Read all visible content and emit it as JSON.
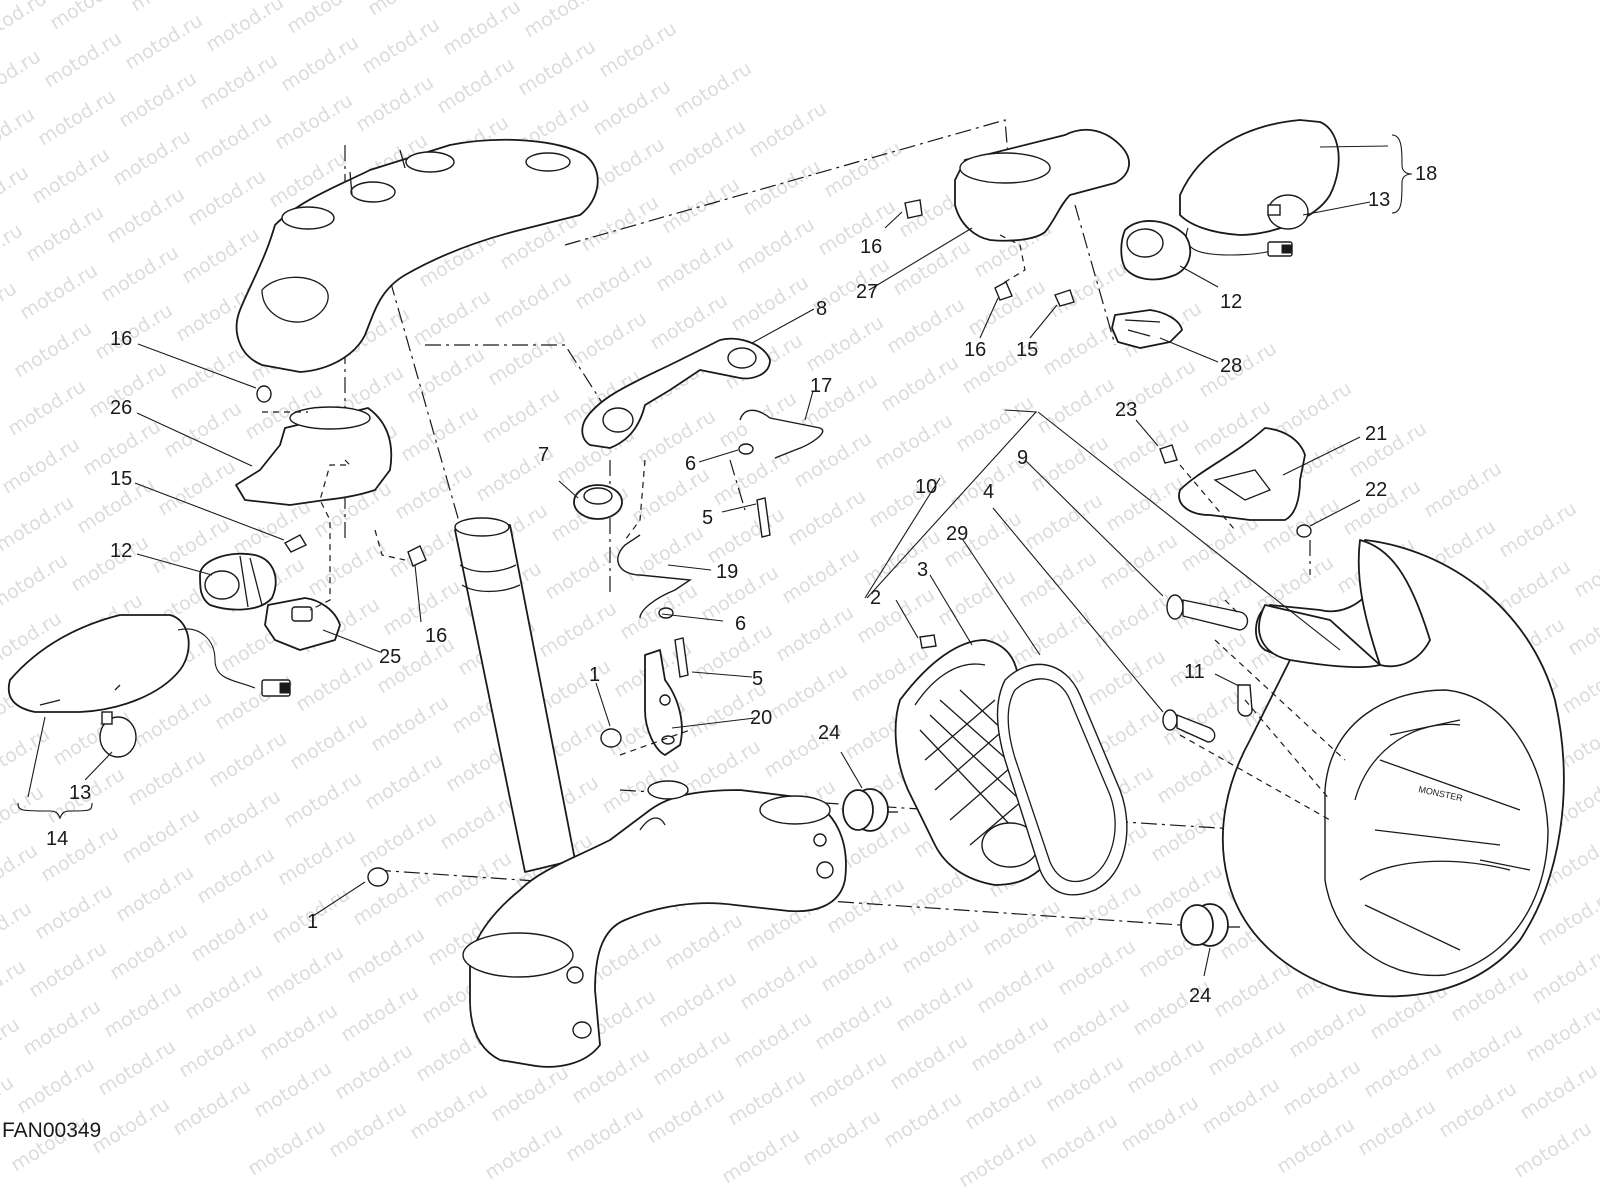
{
  "diagram": {
    "drawing_code": "FAN00349",
    "watermark": "motod.ru",
    "callouts": {
      "c1a": "1",
      "c1b": "1",
      "c2": "2",
      "c3": "3",
      "c4": "4",
      "c5a": "5",
      "c5b": "5",
      "c6a": "6",
      "c6b": "6",
      "c7": "7",
      "c8": "8",
      "c9": "9",
      "c10": "10",
      "c11": "11",
      "c12a": "12",
      "c12b": "12",
      "c13a": "13",
      "c13b": "13",
      "c14": "14",
      "c15a": "15",
      "c15b": "15",
      "c16a": "16",
      "c16b": "16",
      "c16c": "16",
      "c16d": "16",
      "c17": "17",
      "c18": "18",
      "c19": "19",
      "c20": "20",
      "c21": "21",
      "c22": "22",
      "c23": "23",
      "c24a": "24",
      "c24b": "24",
      "c25": "25",
      "c26": "26",
      "c27": "27",
      "c28": "28",
      "c29": "29"
    },
    "headlight_lens_text": "MONSTER"
  }
}
